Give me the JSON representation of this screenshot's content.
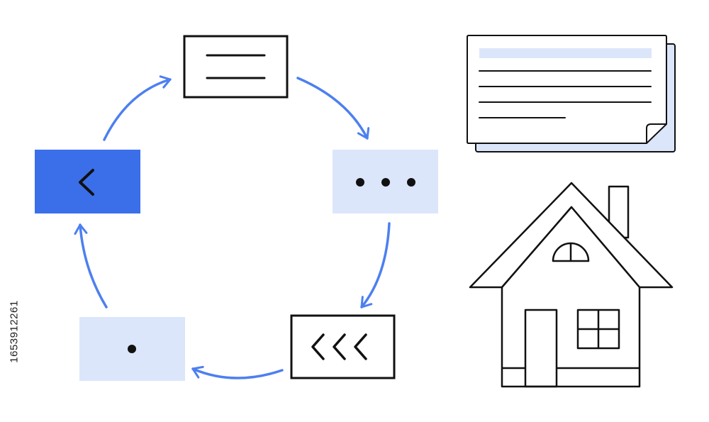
{
  "colors": {
    "background": "#ffffff",
    "stroke": "#111111",
    "accent_blue": "#3b6fea",
    "arrow_blue": "#4d7ff0",
    "light_blue": "#dce6fb"
  },
  "cycle_nodes": [
    {
      "name": "menu-lines-card",
      "style": "outlined",
      "icon": "menu-lines-icon"
    },
    {
      "name": "ellipsis-card",
      "style": "light-filled",
      "icon": "ellipsis-icon"
    },
    {
      "name": "triple-chevron-card",
      "style": "outlined",
      "icon": "triple-chevron-left-icon"
    },
    {
      "name": "dot-card",
      "style": "light-filled",
      "icon": "dot-icon"
    },
    {
      "name": "chevron-card",
      "style": "blue-filled",
      "icon": "chevron-left-icon"
    }
  ],
  "right_illustrations": [
    "document-sheet-icon",
    "house-icon"
  ],
  "stock_id": "1653912261"
}
